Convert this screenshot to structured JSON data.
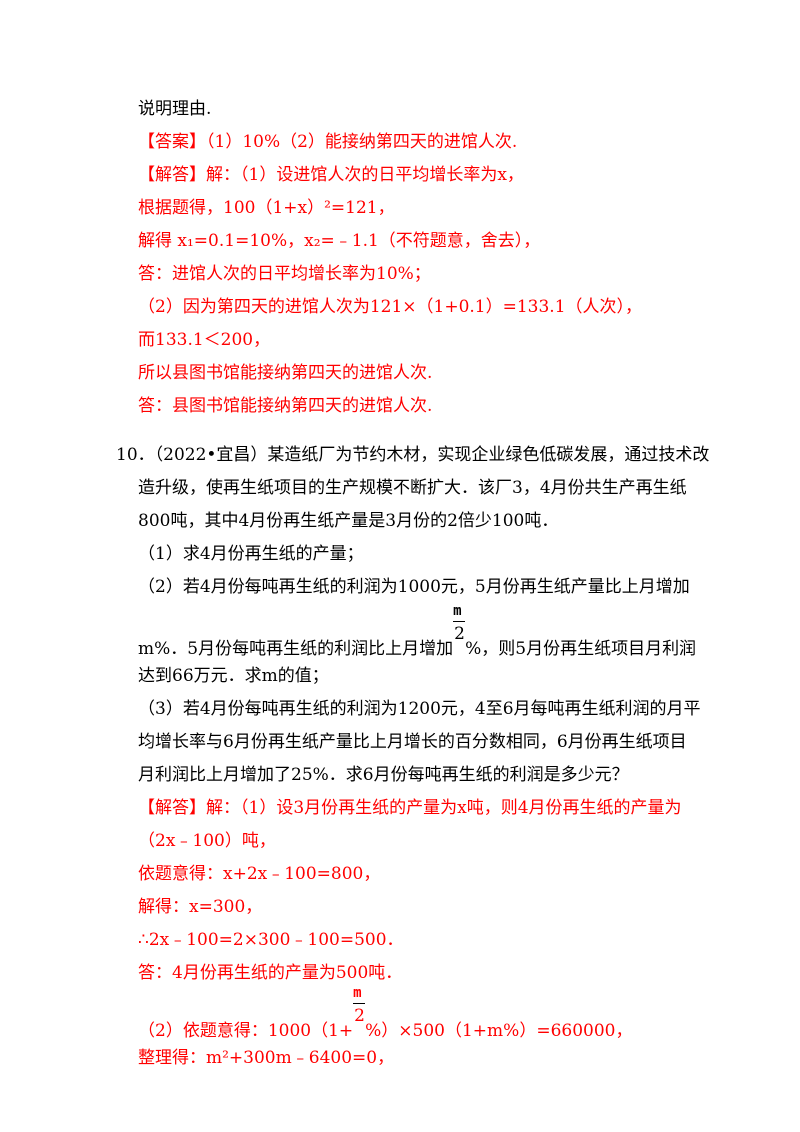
{
  "lines": {
    "l01": "说明理由.",
    "l02a": "【答案】",
    "l02b": "（1）10%（2）能接纳第四天的进馆人次.",
    "l03a": "【解答】",
    "l03b": "解：（1）设进馆人次的日平均增长率为x，",
    "l04": "根据题得，100（1+x）²=121，",
    "l05": "解得 x₁=0.1=10%，x₂=﹣1.1（不符题意，舍去），",
    "l06": "答：进馆人次的日平均增长率为10%；",
    "l07": "（2）因为第四天的进馆人次为121×（1+0.1）=133.1（人次），",
    "l08": "而133.1＜200，",
    "l09": "所以县图书馆能接纳第四天的进馆人次.",
    "l10": "答：县图书馆能接纳第四天的进馆人次.",
    "q1": "10．（2022•宜昌）某造纸厂为节约木材，实现企业绿色低碳发展，通过技术改",
    "q2": "造升级，使再生纸项目的生产规模不断扩大．该厂3，4月份共生产再生纸",
    "q3": "800吨，其中4月份再生纸产量是3月份的2倍少100吨．",
    "q4": "（1）求4月份再生纸的产量；",
    "q5": "（2）若4月份每吨再生纸的利润为1000元，5月份再生纸产量比上月增加",
    "q6a": "m%．5月份每吨再生纸的利润比上月增加",
    "q6b": "%，则5月份再生纸项目月利润",
    "q7": "达到66万元．求m的值；",
    "q8": "（3）若4月份每吨再生纸的利润为1200元，4至6月每吨再生纸利润的月平",
    "q9": "均增长率与6月份再生纸产量比上月增长的百分数相同，6月份再生纸项目",
    "q10": "月利润比上月增加了25%．求6月份每吨再生纸的利润是多少元？",
    "s1a": "【解答】",
    "s1b": "解：（1）设3月份再生纸的产量为x吨，则4月份再生纸的产量为",
    "s2": "（2x﹣100）吨，",
    "s3": "依题意得：x+2x﹣100=800，",
    "s4": "解得：x=300，",
    "s5": "∴2x﹣100=2×300﹣100=500．",
    "s6": "答：4月份再生纸的产量为500吨．",
    "s7a": "（2）依题意得：1000（1+",
    "s7b": "%）×500（1+m%）=660000，",
    "s8": "整理得：m²+300m﹣6400=0，"
  },
  "fraction": {
    "numerator": "m",
    "denominator": "2"
  },
  "colors": {
    "answer": "#ff0000",
    "text": "#000000"
  }
}
